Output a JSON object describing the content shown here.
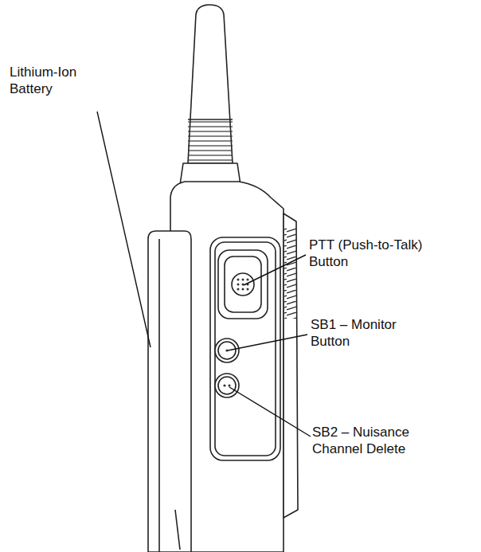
{
  "diagram": {
    "labels": [
      "Lithium-Ion Battery",
      "PTT (Push-to-Talk) Button",
      "SB1 – Monitor Button",
      "SB2 – Nuisance Channel Delete"
    ]
  }
}
